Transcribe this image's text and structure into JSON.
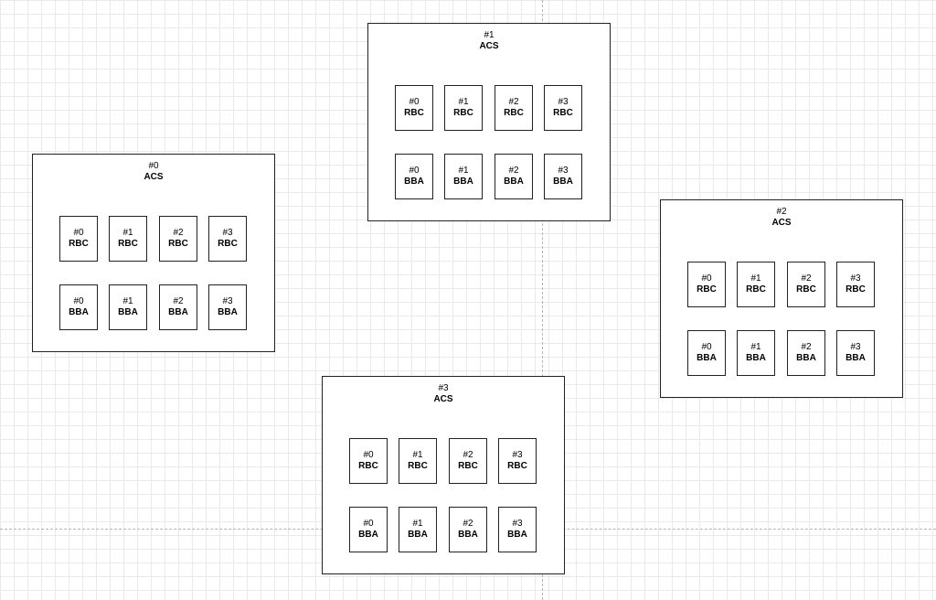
{
  "acs": [
    {
      "index": "#0",
      "name": "ACS",
      "rbc": [
        {
          "index": "#0",
          "name": "RBC"
        },
        {
          "index": "#1",
          "name": "RBC"
        },
        {
          "index": "#2",
          "name": "RBC"
        },
        {
          "index": "#3",
          "name": "RBC"
        }
      ],
      "bba": [
        {
          "index": "#0",
          "name": "BBA"
        },
        {
          "index": "#1",
          "name": "BBA"
        },
        {
          "index": "#2",
          "name": "BBA"
        },
        {
          "index": "#3",
          "name": "BBA"
        }
      ]
    },
    {
      "index": "#1",
      "name": "ACS",
      "rbc": [
        {
          "index": "#0",
          "name": "RBC"
        },
        {
          "index": "#1",
          "name": "RBC"
        },
        {
          "index": "#2",
          "name": "RBC"
        },
        {
          "index": "#3",
          "name": "RBC"
        }
      ],
      "bba": [
        {
          "index": "#0",
          "name": "BBA"
        },
        {
          "index": "#1",
          "name": "BBA"
        },
        {
          "index": "#2",
          "name": "BBA"
        },
        {
          "index": "#3",
          "name": "BBA"
        }
      ]
    },
    {
      "index": "#2",
      "name": "ACS",
      "rbc": [
        {
          "index": "#0",
          "name": "RBC"
        },
        {
          "index": "#1",
          "name": "RBC"
        },
        {
          "index": "#2",
          "name": "RBC"
        },
        {
          "index": "#3",
          "name": "RBC"
        }
      ],
      "bba": [
        {
          "index": "#0",
          "name": "BBA"
        },
        {
          "index": "#1",
          "name": "BBA"
        },
        {
          "index": "#2",
          "name": "BBA"
        },
        {
          "index": "#3",
          "name": "BBA"
        }
      ]
    },
    {
      "index": "#3",
      "name": "ACS",
      "rbc": [
        {
          "index": "#0",
          "name": "RBC"
        },
        {
          "index": "#1",
          "name": "RBC"
        },
        {
          "index": "#2",
          "name": "RBC"
        },
        {
          "index": "#3",
          "name": "RBC"
        }
      ],
      "bba": [
        {
          "index": "#0",
          "name": "BBA"
        },
        {
          "index": "#1",
          "name": "BBA"
        },
        {
          "index": "#2",
          "name": "BBA"
        },
        {
          "index": "#3",
          "name": "BBA"
        }
      ]
    }
  ]
}
